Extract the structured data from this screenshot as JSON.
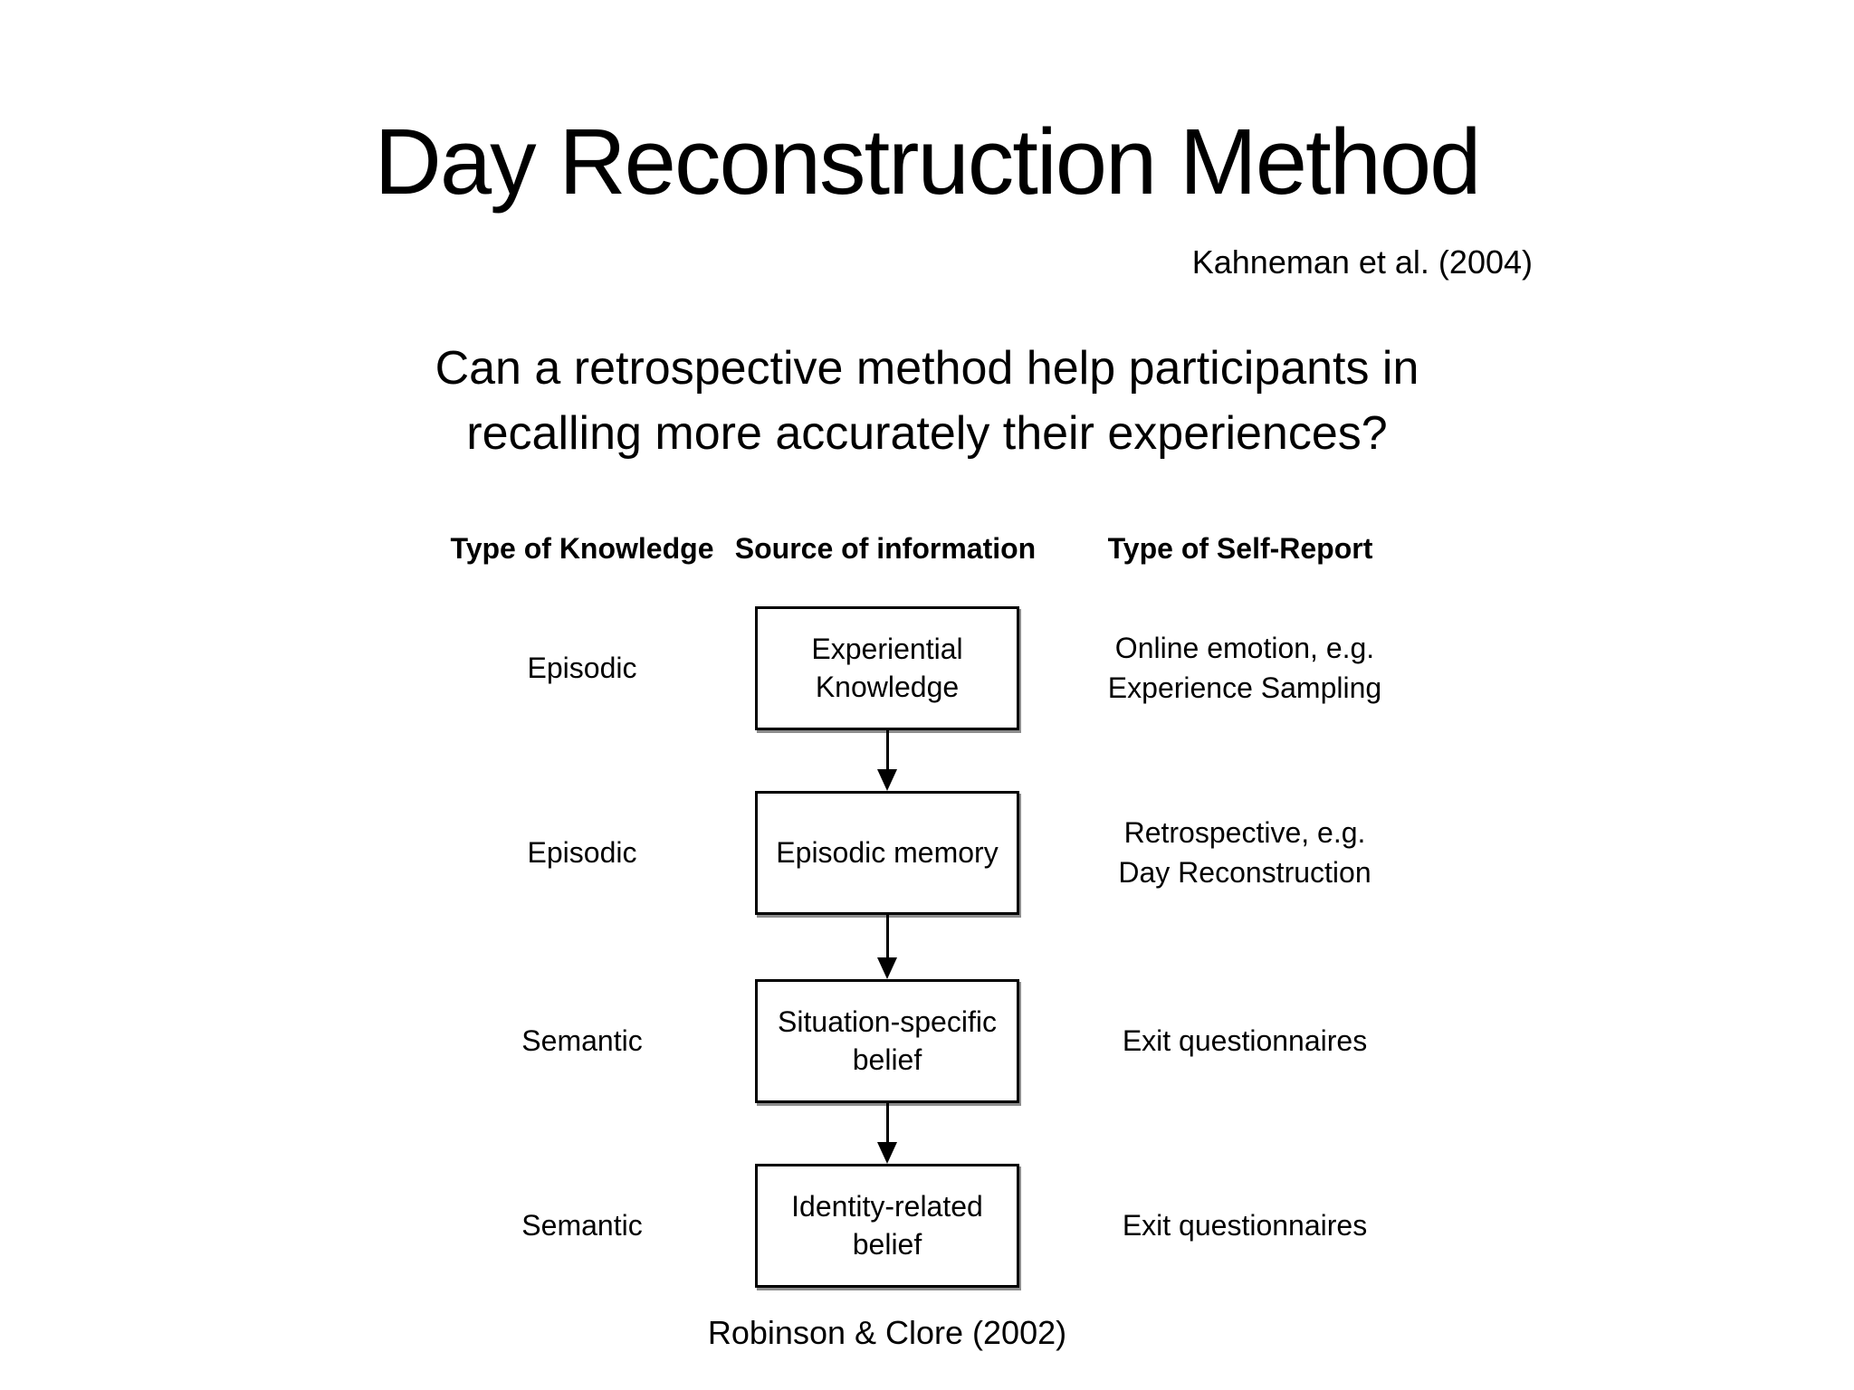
{
  "slide": {
    "title": "Day Reconstruction Method",
    "attribution": "Kahneman et al. (2004)",
    "question": "Can a retrospective method help participants in\nrecalling more accurately their experiences?",
    "footer_citation": "Robinson & Clore (2002)"
  },
  "diagram": {
    "headers": [
      "Type of Knowledge",
      "Source of information",
      "Type of Self-Report"
    ],
    "rows": [
      {
        "knowledge": "Episodic",
        "source": "Experiential\nKnowledge",
        "report": "Online emotion, e.g.\nExperience Sampling"
      },
      {
        "knowledge": "Episodic",
        "source": "Episodic memory",
        "report": "Retrospective, e.g.\nDay Reconstruction"
      },
      {
        "knowledge": "Semantic",
        "source": "Situation-specific\nbelief",
        "report": "Exit questionnaires"
      },
      {
        "knowledge": "Semantic",
        "source": "Identity-related\nbelief",
        "report": "Exit questionnaires"
      }
    ]
  },
  "colors": {
    "background": "#ffffff",
    "text": "#000000",
    "box_border": "#000000"
  }
}
